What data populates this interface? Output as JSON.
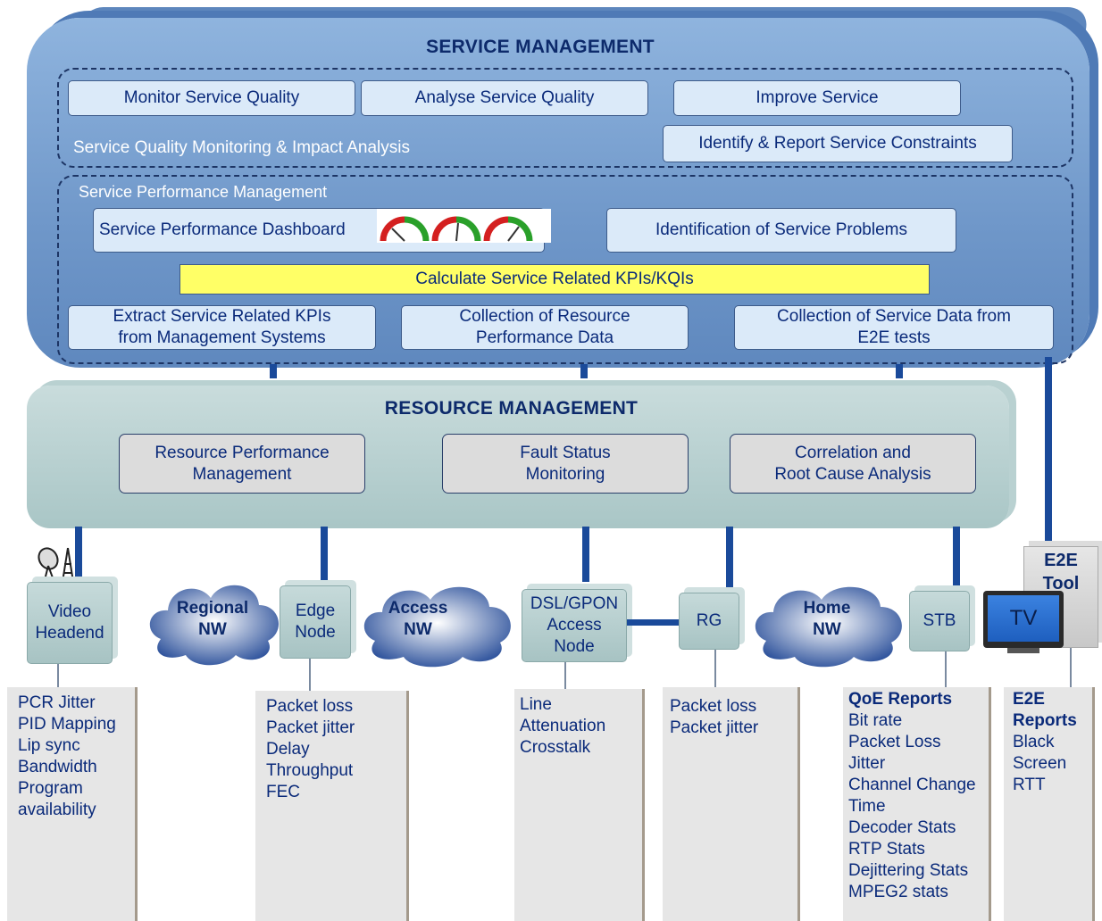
{
  "service_management": {
    "title": "SERVICE MANAGEMENT",
    "monitor": "Monitor Service Quality",
    "analyse": "Analyse Service Quality",
    "improve": "Improve Service",
    "identify_report": "Identify & Report Service Constraints",
    "sqm_label": "Service Quality Monitoring & Impact Analysis",
    "spm_label": "Service Performance Management",
    "dashboard": "Service Performance Dashboard",
    "identification": "Identification of Service Problems",
    "calculate": "Calculate Service Related KPIs/KQIs",
    "extract": [
      "Extract Service Related KPIs",
      "from Management Systems"
    ],
    "collection_resource": [
      "Collection of Resource",
      "Performance Data"
    ],
    "collection_service": [
      "Collection of Service Data from",
      "E2E tests"
    ]
  },
  "resource_management": {
    "title": "RESOURCE MANAGEMENT",
    "perf": [
      "Resource Performance",
      "Management"
    ],
    "fault": [
      "Fault Status",
      "Monitoring"
    ],
    "correlation": [
      "Correlation and",
      "Root Cause Analysis"
    ]
  },
  "nodes": {
    "video": [
      "Video",
      "Headend"
    ],
    "regional": [
      "Regional",
      "NW"
    ],
    "edge": [
      "Edge",
      "Node"
    ],
    "access_nw": [
      "Access",
      "NW"
    ],
    "dsl": [
      "DSL/GPON",
      "Access",
      "Node"
    ],
    "rg": "RG",
    "home": [
      "Home",
      "NW"
    ],
    "stb": "STB",
    "tv": "TV",
    "e2e_tool": [
      "E2E",
      "Tool"
    ]
  },
  "panels": {
    "video": [
      "PCR Jitter",
      "PID Mapping",
      "Lip sync",
      "Bandwidth",
      "Program",
      "availability"
    ],
    "edge": [
      "Packet loss",
      "Packet jitter",
      "Delay",
      "Throughput",
      "FEC"
    ],
    "dsl": [
      "Line",
      "Attenuation",
      "Crosstalk"
    ],
    "rg": [
      "Packet loss",
      "Packet jitter"
    ],
    "qoe_title": "QoE Reports",
    "qoe": [
      "Bit rate",
      "Packet Loss",
      "Jitter",
      "Channel Change",
      "Time",
      "Decoder Stats",
      "RTP Stats",
      "Dejittering Stats",
      "MPEG2 stats"
    ],
    "e2e_title": [
      "E2E",
      "Reports"
    ],
    "e2e": [
      "Black",
      "Screen",
      "RTT"
    ]
  },
  "colors": {
    "service_panel": "#7aa0d0",
    "resource_panel": "#b8d0d0",
    "kpi_highlight": "#ffff66",
    "connector": "#1a4a9a"
  },
  "icons": [
    "gauge-icon",
    "satellite-dish-icon",
    "antenna-tower-icon",
    "cloud-icon",
    "tv-monitor-icon"
  ]
}
